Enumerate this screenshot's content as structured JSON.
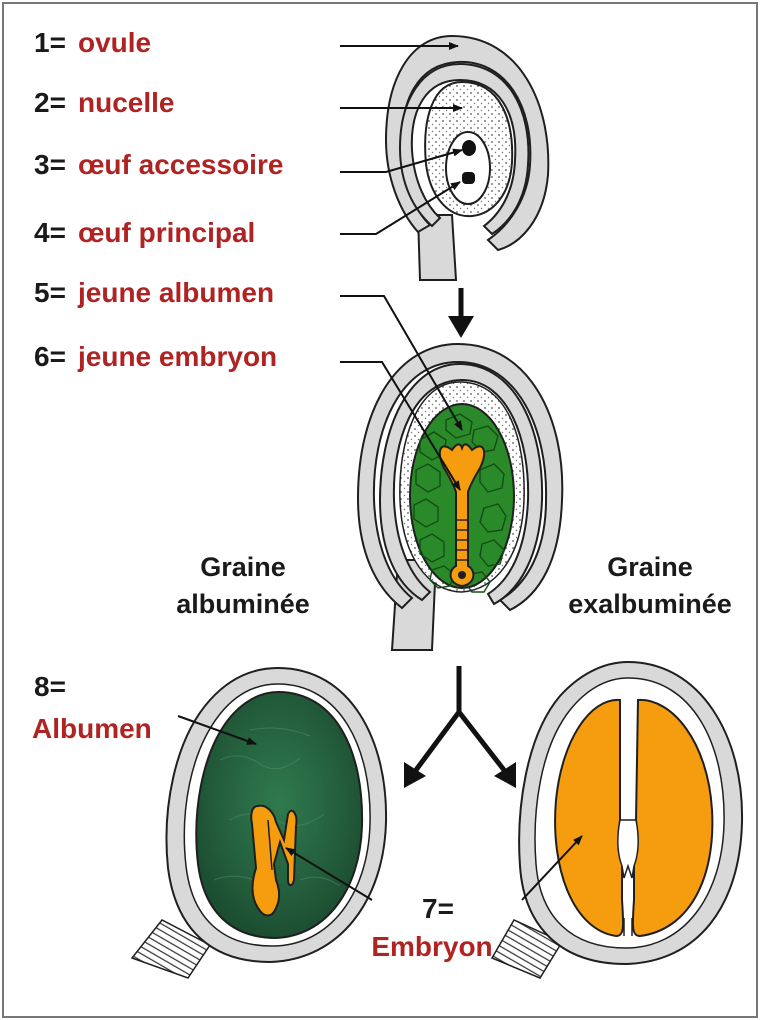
{
  "colors": {
    "term": "#b02323",
    "number": "#1a1a1a",
    "tegument": "#d9d9d9",
    "outline": "#1f1f1f",
    "albumen_young": "#2a8a2a",
    "albumen_mature": "#1f5a35",
    "embryo": "#f59c0f",
    "frame": "#777777"
  },
  "labels": [
    {
      "num": "1=",
      "term": "ovule"
    },
    {
      "num": "2=",
      "term": "nucelle"
    },
    {
      "num": "3=",
      "term": "œuf accessoire"
    },
    {
      "num": "4=",
      "term": "œuf principal"
    },
    {
      "num": "5=",
      "term": "jeune albumen"
    },
    {
      "num": "6=",
      "term": "jeune embryon"
    }
  ],
  "seed_labels": {
    "albumen": {
      "num": "8=",
      "term": "Albumen"
    },
    "embryon": {
      "num": "7=",
      "term": "Embryon"
    }
  },
  "captions": {
    "left": [
      "Graine",
      "albuminée"
    ],
    "right": [
      "Graine",
      "exalbuminée"
    ]
  }
}
